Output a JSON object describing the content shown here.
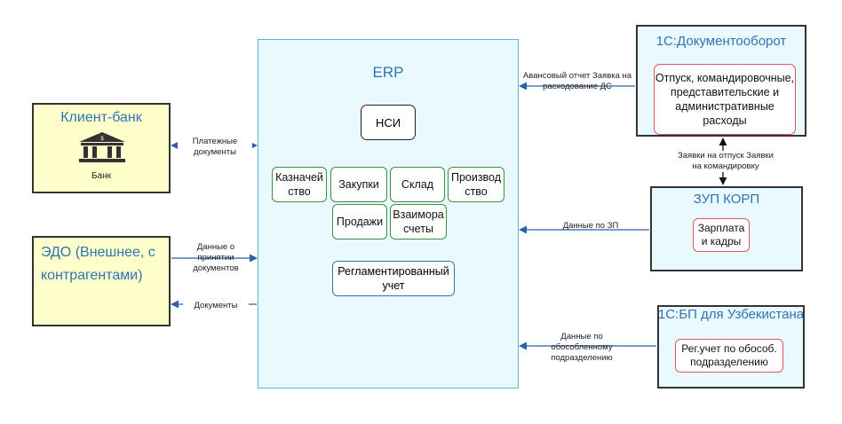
{
  "erp": {
    "title": "ERP",
    "nsi": "НСИ",
    "modules": [
      "Казначей ство",
      "Закупки",
      "Склад",
      "Производ ство",
      "Продажи",
      "Взаимора счеты"
    ],
    "reg": "Регламентированный учет"
  },
  "client_bank": {
    "title": "Клиент-банк",
    "subtitle": "Банк",
    "icon": "bank-building-icon",
    "icon_glyph": "$"
  },
  "edo": {
    "title": "ЭДО (Внешнее, с контрагентами)"
  },
  "docflow": {
    "title": "1С:Документооборот",
    "inner": "Отпуск, командировочные, представительские и административные расходы"
  },
  "zup": {
    "title": "ЗУП КОРП",
    "inner": "Зарплата и кадры"
  },
  "bp": {
    "title": "1С:БП для Узбекистана",
    "inner": "Рег.учет по обособ. подразделению"
  },
  "flows": {
    "payment_docs": "Платежные документы",
    "edo_in": "Данные о принятии документов",
    "edo_out": "Документы",
    "docflow_to_erp": "Авансовый отчет Заявка на расходование ДС",
    "zup_docflow": "Заявки на отпуск Заявки на командировку",
    "zup_to_erp": "Данные по ЗП",
    "bp_to_erp": "Данные по обособленному подразделению"
  },
  "colors": {
    "arrow": "#2e5fa8",
    "title_blue": "#2e74b5",
    "module_border": "#3a8f4a",
    "inner_border": "#e0565b",
    "erp_fill": "#e9f9fd",
    "yellow_fill": "#ffffcc"
  }
}
